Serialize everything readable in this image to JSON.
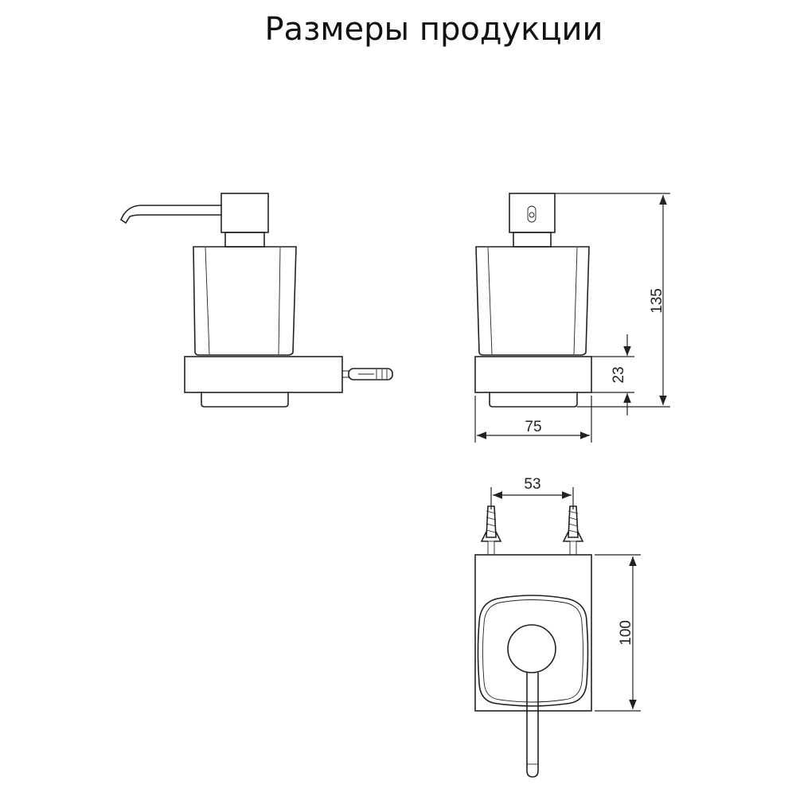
{
  "title": "Размеры продукции",
  "dimensions": {
    "total_height": "135",
    "base_height": "23",
    "width": "75",
    "anchor_spacing": "53",
    "depth": "100"
  },
  "colors": {
    "line": "#222222",
    "background": "#ffffff"
  }
}
